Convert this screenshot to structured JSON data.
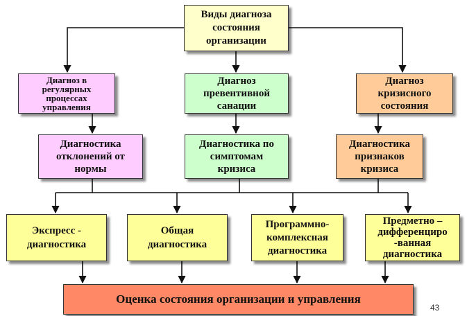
{
  "top": "Виды диагноза\nсостояния\nорганизации",
  "diagnoses": {
    "regular": "Диагноз в\nрегулярных\nпроцессах\nуправления",
    "preventive": "Диагноз\nпревентивной\nсанации",
    "crisis": "Диагноз\nкризисного\nсостояния"
  },
  "diagnostics": {
    "deviations": "Диагностика\nотклонений от\nнормы",
    "symptoms": "Диагностика по\nсимптомам\nкризиса",
    "signs": "Диагностика\nпризнаков\nкризиса"
  },
  "methods": {
    "express": "Экспресс -\nдиагностика",
    "general": "Общая\nдиагностика",
    "program": "Программно-\nкомплексная\nдиагностика",
    "subject": "Предметно –\nдифференциро\n-ванная\nдиагностика"
  },
  "final": "Оценка состояния организации и управления",
  "page_number": "43",
  "colors": {
    "header": "#ffffcc",
    "pink": "#ffccff",
    "green": "#ccffcc",
    "orange": "#ffcc99",
    "yellow": "#ffff99",
    "final": "#ff8866"
  }
}
